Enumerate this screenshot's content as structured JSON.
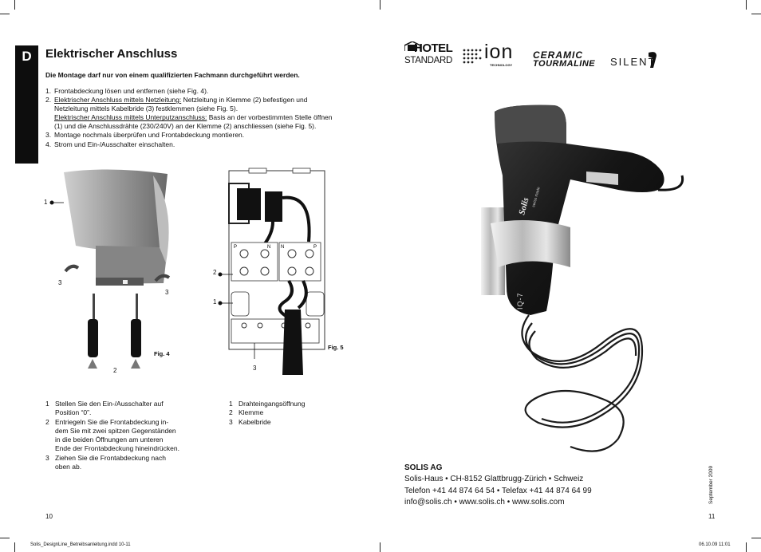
{
  "left_page": {
    "section_letter": "D",
    "title": "Elektrischer Anschluss",
    "warning": "Die Montage darf nur von einem qualifizierten Fachmann durchgeführt werden.",
    "steps": [
      {
        "num": "1.",
        "text": "Frontabdeckung lösen und entfernen (siehe Fig. 4)."
      },
      {
        "num": "2.",
        "underline": "Elektrischer Anschluss mittels Netzleitung:",
        "text": " Netzleitung in Klemme (2) befestigen und"
      },
      {
        "num": "",
        "text": "Netzleitung mittels Kabelbride (3) festklemmen (siehe Fig. 5)."
      },
      {
        "num": "",
        "underline": "Elektrischer Anschluss mittels Unterputzanschluss:",
        "text": " Basis an der vorbestimmten Stelle öffnen"
      },
      {
        "num": "",
        "text": "(1) und die Anschlussdrähte (230/240V) an der Klemme (2) anschliessen (siehe Fig. 5)."
      },
      {
        "num": "3.",
        "text": "Montage nochmals überprüfen und Frontabdeckung montieren."
      },
      {
        "num": "4.",
        "text": "Strom und Ein-/Ausschalter einschalten."
      }
    ],
    "fig4": {
      "label": "Fig. 4",
      "callout_1": "1",
      "callout_3a": "3",
      "callout_3b": "3",
      "callout_2": "2"
    },
    "fig5": {
      "label": "Fig. 5",
      "callout_2": "2",
      "callout_1": "1",
      "callout_3": "3",
      "terminal_p": "P",
      "terminal_n": "N"
    },
    "list_fig4": [
      {
        "num": "1",
        "lines": [
          "Stellen Sie den Ein-/Ausschalter auf",
          "Position “0”."
        ]
      },
      {
        "num": "2",
        "lines": [
          "Entriegeln Sie die Frontabdeckung in-",
          "dem Sie mit zwei spitzen Gegenständen",
          "in die beiden Öffnungen am unteren",
          "Ende der Frontabdeckung hineindrücken."
        ]
      },
      {
        "num": "3",
        "lines": [
          "Ziehen Sie die Frontabdeckung nach",
          "oben ab."
        ]
      }
    ],
    "list_fig5": [
      {
        "num": "1",
        "text": "Drahteingangsöffnung"
      },
      {
        "num": "2",
        "text": "Klemme"
      },
      {
        "num": "3",
        "text": "Kabelbride"
      }
    ],
    "page_number": "10",
    "file_footer": "Solis_DesignLine_Betreibsanleitung.indd   10-11"
  },
  "right_page": {
    "logos": {
      "hotel_top": "HOTEL",
      "hotel_bottom": "STANDARD",
      "ion_main": "ion",
      "ion_sub": "TECHNOLOGY",
      "ceramic": "CERAMIC",
      "tourmaline": "TOURMALINE",
      "silent": "SILENT"
    },
    "product": {
      "brand_mark": "Solis",
      "brand_sub": "swiss made",
      "model": "IQ-7"
    },
    "company": {
      "name": "SOLIS AG",
      "address": "Solis-Haus • CH-8152 Glattbrugg-Zürich • Schweiz",
      "phone": "Telefon +41 44 874 64 54 • Telefax +41 44 874 64 99",
      "web": "info@solis.ch • www.solis.ch • www.solis.com"
    },
    "date_vertical": "September 2009",
    "page_number": "11",
    "date_footer": "06.10.09   11:01"
  }
}
